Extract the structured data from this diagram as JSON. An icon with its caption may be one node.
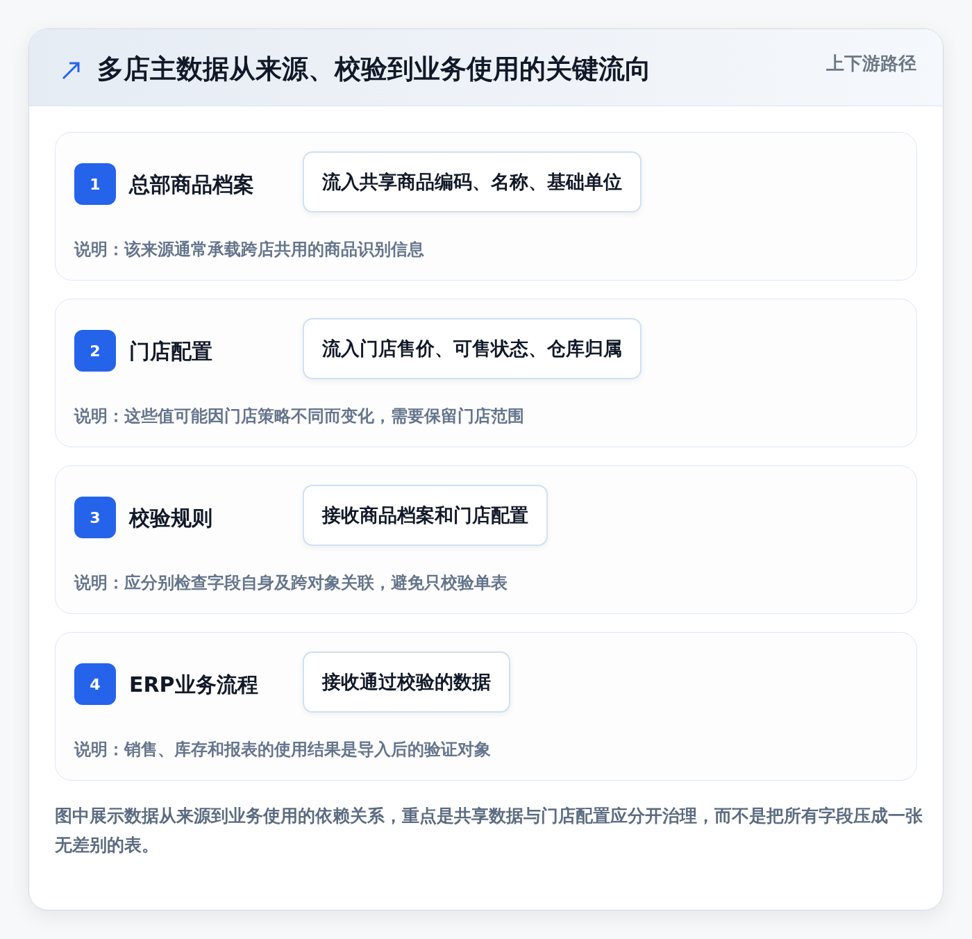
{
  "diagram": {
    "title": "多店主数据从来源、校验到业务使用的关键流向",
    "nodes": [
      {
        "text": [
          "总部商品档案",
          "说明：该来源通常承载跨店共用的商品识别信息"
        ]
      },
      {
        "text": [
          "1"
        ],
        "in": 0
      },
      {
        "text": [
          "流入共享商品编码、名称、基础单位"
        ],
        "in": 0
      },
      {
        "text": [
          "门店配置",
          "说明：这些值可能因门店策略不同而变化，需要保留门店范围"
        ]
      },
      {
        "text": [
          "2"
        ],
        "in": 3
      },
      {
        "text": [
          "流入门店售价、可售状态、仓库归属"
        ],
        "in": 3
      },
      {
        "text": [
          "校验规则",
          "说明：应分别检查字段自身及跨对象关联，避免只校验单表"
        ]
      },
      {
        "text": [
          "3"
        ],
        "in": 6
      },
      {
        "text": [
          "接收商品档案和门店配置"
        ],
        "in": 6
      },
      {
        "text": [
          "ERP业务流程",
          "说明：销售、库存和报表的使用结果是导入后的验证对象"
        ]
      },
      {
        "text": [
          "4"
        ],
        "in": 9
      },
      {
        "text": [
          "接收通过校验的数据"
        ],
        "in": 9
      }
    ],
    "labels": [
      "上下游路径"
    ],
    "caption": "图中展示数据从来源到业务使用的依赖关系，重点是共享数据与门店配置应分开治理，而不是把所有字段压成一张无差别的表。"
  }
}
